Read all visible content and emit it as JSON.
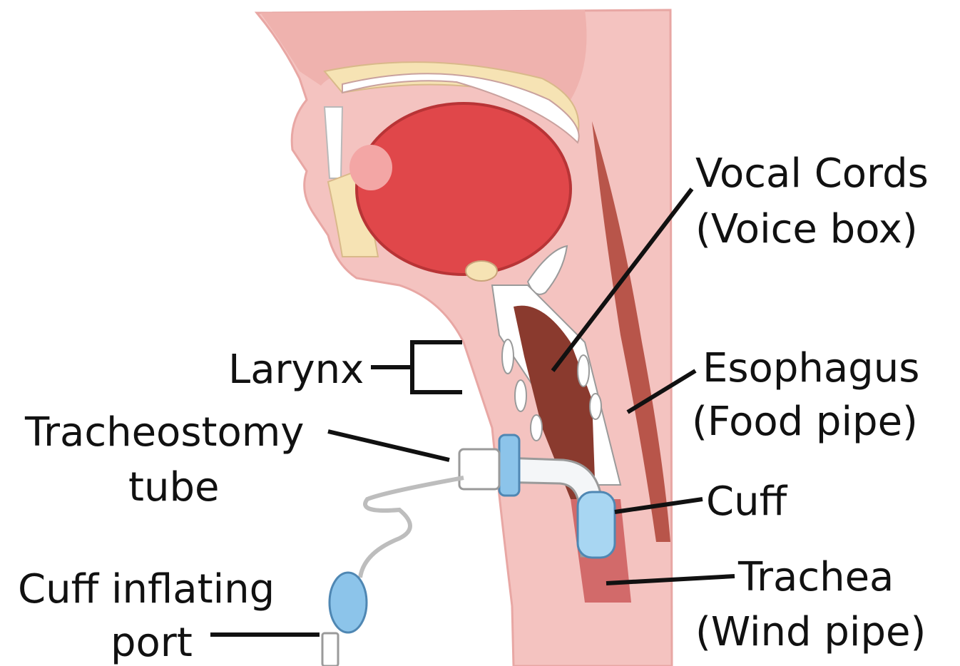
{
  "labels": {
    "vocal_cords": [
      "Vocal Cords",
      "(Voice box)"
    ],
    "esophagus": [
      "Esophagus",
      "(Food pipe)"
    ],
    "cuff": "Cuff",
    "trachea": [
      "Trachea",
      "(Wind pipe)"
    ],
    "larynx": "Larynx",
    "tracheostomy_tube": [
      "Tracheostomy",
      "tube"
    ],
    "cuff_inflating_port": [
      "Cuff inflating",
      "port"
    ]
  },
  "colors": {
    "skin": "#f4c3c0",
    "skin_edge": "#e8a7a4",
    "tongue": "#e0474a",
    "tongue_edge": "#b83436",
    "bone": "#f6e3b4",
    "airway_dark": "#8a3a2e",
    "esophagus_muscle": "#b8554a",
    "tube": "#f4f6f8",
    "tube_blue": "#8cc4ea",
    "cuff_blue": "#a8d6f2",
    "leader": "#111111"
  }
}
